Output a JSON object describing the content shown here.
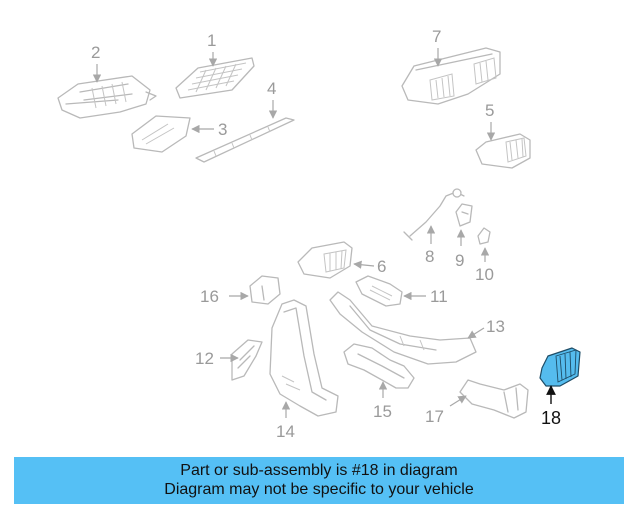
{
  "callouts": [
    {
      "id": "1",
      "label": "1"
    },
    {
      "id": "2",
      "label": "2"
    },
    {
      "id": "3",
      "label": "3"
    },
    {
      "id": "4",
      "label": "4"
    },
    {
      "id": "5",
      "label": "5"
    },
    {
      "id": "6",
      "label": "6"
    },
    {
      "id": "7",
      "label": "7"
    },
    {
      "id": "8",
      "label": "8"
    },
    {
      "id": "9",
      "label": "9"
    },
    {
      "id": "10",
      "label": "10"
    },
    {
      "id": "11",
      "label": "11"
    },
    {
      "id": "12",
      "label": "12"
    },
    {
      "id": "13",
      "label": "13"
    },
    {
      "id": "14",
      "label": "14"
    },
    {
      "id": "15",
      "label": "15"
    },
    {
      "id": "16",
      "label": "16"
    },
    {
      "id": "17",
      "label": "17"
    },
    {
      "id": "18",
      "label": "18"
    }
  ],
  "highlighted_part": "18",
  "colors": {
    "banner_bg": "#55c0f5",
    "highlight_fill": "#55bcee",
    "callout_gray": "#9a9a9a"
  },
  "banner": {
    "line1": "Part or sub-assembly is #18 in diagram",
    "line2": "Diagram may not be specific to your vehicle"
  }
}
